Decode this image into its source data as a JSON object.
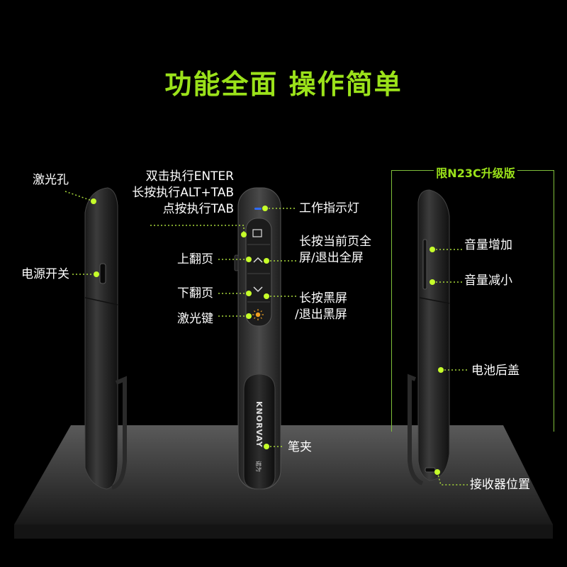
{
  "title": "功能全面 操作简单",
  "brand": "KNORVAY",
  "brand_cn": "诺为",
  "upgrade_label": "限N23C升级版",
  "colors": {
    "accent": "#9be21a",
    "dot": "#c6ff2a",
    "background": "#000000"
  },
  "left_labels": {
    "laser_hole": "激光孔",
    "power_switch": "电源开关"
  },
  "front_labels": {
    "enter_line1": "双击执行ENTER",
    "enter_line2": "长按执行ALT+TAB",
    "enter_line3": "点按执行TAB",
    "page_up": "上翻页",
    "page_down": "下翻页",
    "laser_key": "激光键",
    "indicator": "工作指示灯",
    "fullscreen_line1": "长按当前页全",
    "fullscreen_line2": "屏/退出全屏",
    "blackscreen_line1": "长按黑屏",
    "blackscreen_line2": "/退出黑屏",
    "clip": "笔夹"
  },
  "right_labels": {
    "volume_up": "音量增加",
    "volume_down": "音量减小",
    "battery_cover": "电池后盖",
    "receiver": "接收器位置"
  },
  "icons": [
    "window-icon",
    "chevron-up-icon",
    "chevron-down-icon",
    "laser-sun-icon"
  ]
}
